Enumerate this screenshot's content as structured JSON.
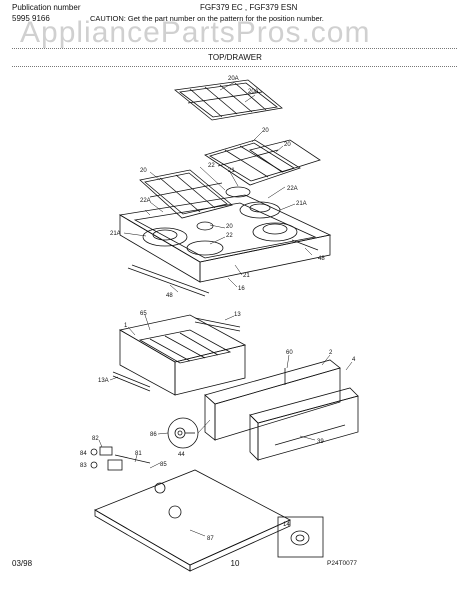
{
  "header": {
    "pub_label": "Publication number",
    "pub_number": "5995 9166",
    "models": "FGF379 EC  , FGF379 ESN",
    "caution": "CAUTION: Get the part number on the pattern for the position number."
  },
  "watermark": "AppliancePartsPros.com",
  "section_title": "TOP/DRAWER",
  "footer": {
    "date": "03/98",
    "page": "10",
    "figure_id": "P24T0077"
  },
  "callouts": {
    "c20A_1": "20A",
    "c20A_2": "20A",
    "c20_top": "20",
    "c20_mid": "20",
    "c22_1": "22",
    "c21_1": "21",
    "c22A_1": "22A",
    "c22A_2": "22A",
    "c21A_1": "21A",
    "c21A_2": "21A",
    "c20_left": "20",
    "c22_2": "22",
    "c21_bot": "21",
    "c16": "16",
    "c48_r": "48",
    "c48_l": "48",
    "c65": "65",
    "c13": "13",
    "c1": "1",
    "c60": "60",
    "c2": "2",
    "c4": "4",
    "c13A": "13A",
    "c86": "86",
    "c44": "44",
    "c39": "39",
    "c82": "82",
    "c84": "84",
    "c83": "83",
    "c81": "81",
    "c85": "85",
    "c87": "87",
    "c14": "14"
  }
}
